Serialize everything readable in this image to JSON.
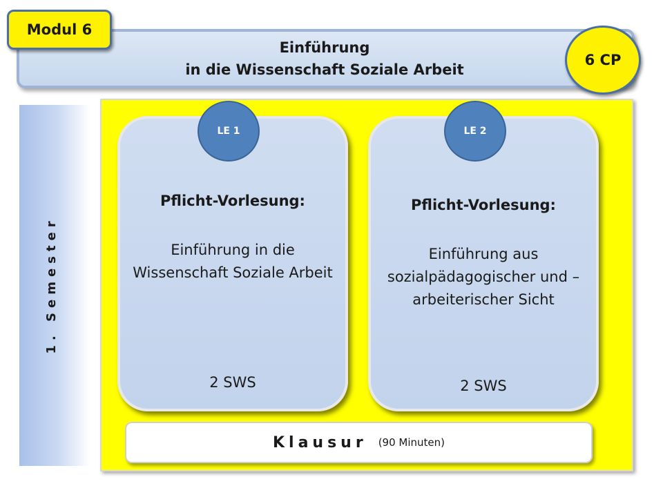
{
  "module": {
    "label": "Modul 6"
  },
  "title": {
    "line1": "Einführung",
    "line2": "in die Wissenschaft Soziale Arbeit"
  },
  "credits": {
    "label": "6 CP"
  },
  "semester": {
    "label": "1. Semester"
  },
  "courses": [
    {
      "badge": "LE 1",
      "heading": "Pflicht-Vorlesung:",
      "text": "Einführung in die Wissenschaft Soziale Arbeit",
      "sws": "2 SWS"
    },
    {
      "badge": "LE 2",
      "heading": "Pflicht-Vorlesung:",
      "text": "Einführung aus sozialpädagogischer und –arbeiterischer Sicht",
      "sws": "2 SWS"
    }
  ],
  "exam": {
    "title": "Klausur",
    "duration": "(90 Minuten)"
  },
  "colors": {
    "yellow": "#ffff00",
    "badge_blue": "#4f81bd",
    "card_blue": "#c6d6ed",
    "banner_blue": "#c6d7ee"
  }
}
